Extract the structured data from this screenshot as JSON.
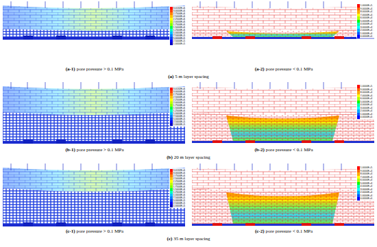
{
  "diagram": {
    "labels": [
      "(a-1)",
      "pore pressure > 0.1 MPa",
      "(a-2)",
      "pore pressure < 0.1 MPa",
      "(a)",
      "5 m layer spacing",
      "(b-1)",
      "pore pressure > 0.1 MPa",
      "(b-2)",
      "pore pressure < 0.1 MPa",
      "(b)",
      "20 m layer spacing",
      "(c-1)",
      "pore pressure > 0.1 MPa",
      "(c-2)",
      "pore pressure < 0.1 MPa",
      "(c)",
      "35 m layer spacing"
    ],
    "legend": [
      {
        "text": "3.0132E+6",
        "color": "#ff0000"
      },
      {
        "text": "3.0000E+6",
        "color": "#ff4000"
      },
      {
        "text": "2.7500E+6",
        "color": "#ff8000"
      },
      {
        "text": "2.5000E+6",
        "color": "#ffbf00"
      },
      {
        "text": "2.2500E+6",
        "color": "#ffff00"
      },
      {
        "text": "2.0000E+6",
        "color": "#bfff00"
      },
      {
        "text": "1.7500E+6",
        "color": "#80ff00"
      },
      {
        "text": "1.5000E+6",
        "color": "#00ff40"
      },
      {
        "text": "1.2500E+6",
        "color": "#00ffbf"
      },
      {
        "text": "1.0000E+6",
        "color": "#00bfff"
      },
      {
        "text": "7.5000E+5",
        "color": "#0080ff"
      },
      {
        "text": "5.0000E+5",
        "color": "#0040ff"
      },
      {
        "text": "2.5000E+5",
        "color": "#0000ff"
      },
      {
        "text": "1.0000E+5",
        "color": "#0000bf"
      },
      {
        "text": "1.0000E+5",
        "color": "#ff0000"
      },
      {
        "text": "9.0000E+4",
        "color": "#ff6600"
      },
      {
        "text": "8.0000E+4",
        "color": "#ffaa00"
      },
      {
        "text": "7.0000E+4",
        "color": "#ffff00"
      },
      {
        "text": "6.0000E+4",
        "color": "#aaff00"
      },
      {
        "text": "5.0000E+4",
        "color": "#00ff00"
      },
      {
        "text": "4.0000E+4",
        "color": "#00ffaa"
      },
      {
        "text": "3.0000E+4",
        "color": "#00ffff"
      },
      {
        "text": "2.0000E+4",
        "color": "#00aaff"
      },
      {
        "text": "1.0000E+4",
        "color": "#0055ff"
      },
      {
        "text": "0.0000E+0",
        "color": "#0000ff"
      },
      {
        "text": "3.0132E+6",
        "color": "#ff0000"
      },
      {
        "text": "3.0000E+6",
        "color": "#ff4000"
      },
      {
        "text": "2.7500E+6",
        "color": "#ff8000"
      },
      {
        "text": "2.5000E+6",
        "color": "#ffbf00"
      },
      {
        "text": "2.2500E+6",
        "color": "#ffff00"
      },
      {
        "text": "2.0000E+6",
        "color": "#bfff00"
      },
      {
        "text": "1.7500E+6",
        "color": "#80ff00"
      },
      {
        "text": "1.5000E+6",
        "color": "#00ff40"
      },
      {
        "text": "1.2500E+6",
        "color": "#00ffbf"
      },
      {
        "text": "1.0000E+6",
        "color": "#00bfff"
      },
      {
        "text": "7.5000E+5",
        "color": "#0080ff"
      },
      {
        "text": "5.0000E+5",
        "color": "#0040ff"
      },
      {
        "text": "2.5000E+5",
        "color": "#0000ff"
      },
      {
        "text": "1.0000E+5",
        "color": "#0000bf"
      },
      {
        "text": "1.0000E+5",
        "color": "#ff0000"
      },
      {
        "text": "9.0000E+4",
        "color": "#ff6600"
      },
      {
        "text": "8.0000E+4",
        "color": "#ffaa00"
      },
      {
        "text": "7.0000E+4",
        "color": "#ffff00"
      },
      {
        "text": "6.0000E+4",
        "color": "#aaff00"
      },
      {
        "text": "5.0000E+4",
        "color": "#00ff00"
      },
      {
        "text": "4.0000E+4",
        "color": "#00ffaa"
      },
      {
        "text": "3.0000E+4",
        "color": "#00ffff"
      },
      {
        "text": "2.0000E+4",
        "color": "#00aaff"
      },
      {
        "text": "1.0000E+4",
        "color": "#0055ff"
      },
      {
        "text": "0.0000E+0",
        "color": "#0000ff"
      },
      {
        "text": "3.0132E+6",
        "color": "#ff0000"
      },
      {
        "text": "3.0000E+6",
        "color": "#ff4000"
      },
      {
        "text": "2.7500E+6",
        "color": "#ff8000"
      },
      {
        "text": "2.5000E+6",
        "color": "#ffbf00"
      },
      {
        "text": "2.2500E+6",
        "color": "#ffff00"
      },
      {
        "text": "2.0000E+6",
        "color": "#bfff00"
      },
      {
        "text": "1.7500E+6",
        "color": "#80ff00"
      },
      {
        "text": "1.5000E+6",
        "color": "#00ff40"
      },
      {
        "text": "1.2500E+6",
        "color": "#00ffbf"
      },
      {
        "text": "1.0000E+6",
        "color": "#00bfff"
      },
      {
        "text": "7.5000E+5",
        "color": "#0080ff"
      },
      {
        "text": "5.0000E+5",
        "color": "#0040ff"
      },
      {
        "text": "2.5000E+5",
        "color": "#0000ff"
      },
      {
        "text": "1.0000E+5",
        "color": "#0000bf"
      },
      {
        "text": "1.0000E+5",
        "color": "#ff0000"
      },
      {
        "text": "9.0000E+4",
        "color": "#ff6600"
      },
      {
        "text": "8.0000E+4",
        "color": "#ffaa00"
      },
      {
        "text": "7.0000E+4",
        "color": "#ffff00"
      },
      {
        "text": "6.0000E+4",
        "color": "#aaff00"
      },
      {
        "text": "5.0000E+4",
        "color": "#00ff00"
      },
      {
        "text": "4.0000E+4",
        "color": "#00ffaa"
      },
      {
        "text": "3.0000E+4",
        "color": "#00ffff"
      },
      {
        "text": "2.0000E+4",
        "color": "#00aaff"
      },
      {
        "text": "1.0000E+4",
        "color": "#0055ff"
      },
      {
        "text": "0.0000E+0",
        "color": "#0000ff"
      }
    ]
  }
}
